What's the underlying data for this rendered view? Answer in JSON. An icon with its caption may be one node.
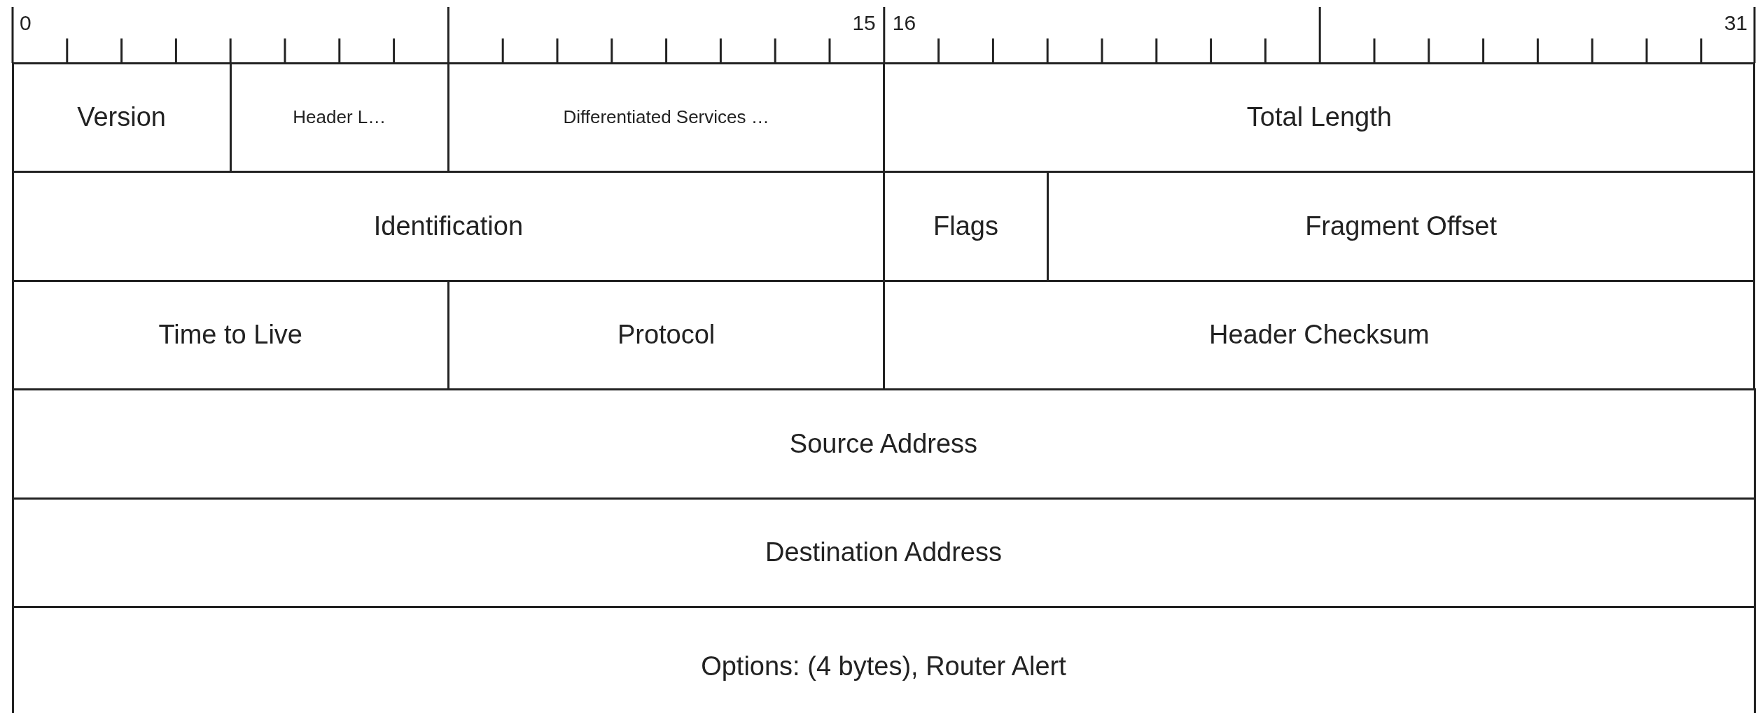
{
  "diagram": {
    "nodes": [
      {
        "text": [
          "Version"
        ]
      },
      {
        "text": [
          "Header L…"
        ]
      },
      {
        "text": [
          "Differentiated Services …"
        ]
      },
      {
        "text": [
          "Total Length"
        ]
      },
      {
        "text": [
          "Identification"
        ]
      },
      {
        "text": [
          "Flags"
        ]
      },
      {
        "text": [
          "Fragment Offset"
        ]
      },
      {
        "text": [
          "Time to Live"
        ]
      },
      {
        "text": [
          "Protocol"
        ]
      },
      {
        "text": [
          "Header Checksum"
        ]
      },
      {
        "text": [
          "Source Address"
        ]
      },
      {
        "text": [
          "Destination Address"
        ]
      },
      {
        "text": [
          "Options: (4 bytes), Router Alert"
        ]
      }
    ],
    "labels": [
      "0",
      "15",
      "16",
      "31"
    ]
  }
}
